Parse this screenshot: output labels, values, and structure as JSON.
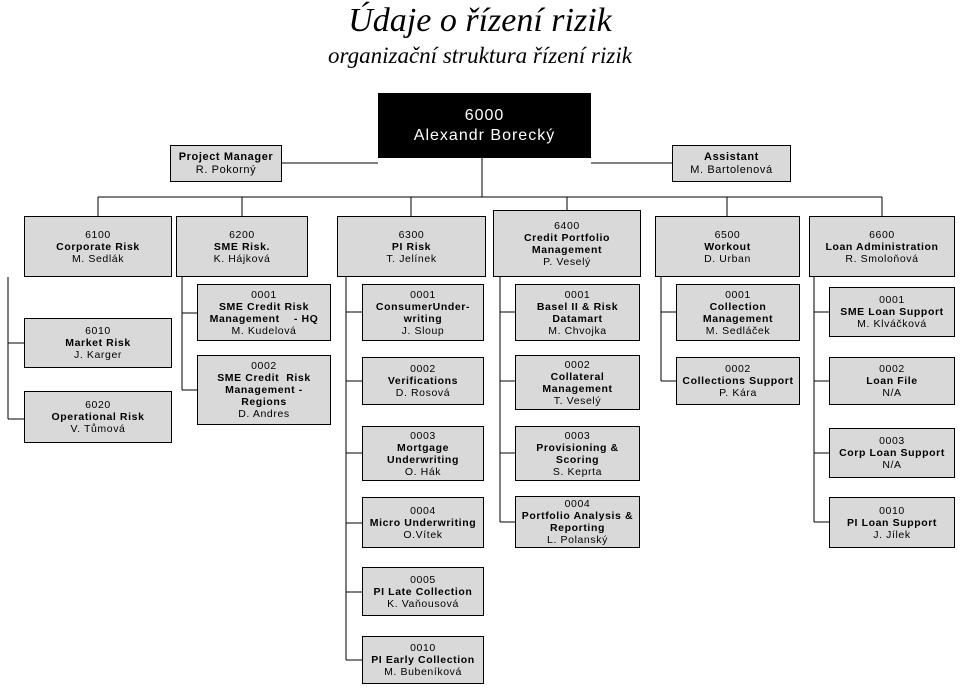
{
  "title": "Údaje o řízení rizik",
  "subtitle": "organizační struktura řízení rizik",
  "head": {
    "code": "6000",
    "name": "Alexandr Borecký"
  },
  "project_manager": {
    "role": "Project Manager",
    "person": "R. Pokorný"
  },
  "assistant": {
    "role": "Assistant",
    "person": "M. Bartolenová"
  },
  "departments": [
    {
      "code": "6100",
      "name": "Corporate Risk",
      "person": "M. Sedlák"
    },
    {
      "code": "6200",
      "name": "SME Risk.",
      "person": "K. Hájková"
    },
    {
      "code": "6300",
      "name": "PI Risk",
      "person": "T. Jelínek"
    },
    {
      "code": "6400",
      "name": "Credit Portfolio Management",
      "person": "P. Veselý"
    },
    {
      "code": "6500",
      "name": "Workout",
      "person": "D. Urban"
    },
    {
      "code": "6600",
      "name": "Loan Administration",
      "person": "R. Smoloňová"
    }
  ],
  "corporate_units": [
    {
      "code": "6010",
      "name": "Market Risk",
      "person": "J. Karger"
    },
    {
      "code": "6020",
      "name": "Operational Risk",
      "person": "V. Tůmová"
    }
  ],
  "sme_units": [
    {
      "code": "0001",
      "name1": "SME Credit Risk",
      "name2": "Management    - HQ",
      "person": "M. Kudelová"
    },
    {
      "code": "0002",
      "name1": "SME Credit  Risk",
      "name2": "Management -",
      "name3": "Regions",
      "person": "D. Andres"
    }
  ],
  "pi_units": [
    {
      "code": "0001",
      "name1": "ConsumerUnder-",
      "name2": "writing",
      "person": "J. Sloup"
    },
    {
      "code": "0002",
      "name1": "Verifications",
      "person": "D. Rosová"
    },
    {
      "code": "0003",
      "name1": "Mortgage",
      "name2": "Underwriting",
      "person": "O. Hák"
    },
    {
      "code": "0004",
      "name1": "Micro Underwriting",
      "person": "O.Vítek"
    },
    {
      "code": "0005",
      "name1": "PI Late Collection",
      "person": "K. Vaňousová"
    },
    {
      "code": "0010",
      "name1": "PI Early Collection",
      "person": "M. Bubeníková"
    }
  ],
  "cpm_units": [
    {
      "code": "0001",
      "name1": "Basel II & Risk",
      "name2": "Datamart",
      "person": "M. Chvojka"
    },
    {
      "code": "0002",
      "name1": "Collateral",
      "name2": "Management",
      "person": "T. Veselý"
    },
    {
      "code": "0003",
      "name1": "Provisioning &",
      "name2": "Scoring",
      "person": "S. Keprta"
    },
    {
      "code": "0004",
      "name1": "Portfolio Analysis &",
      "name2": "Reporting",
      "person": "L. Polanský"
    }
  ],
  "workout_units": [
    {
      "code": "0001",
      "name1": "Collection",
      "name2": "Management",
      "person": "M. Sedláček"
    },
    {
      "code": "0002",
      "name1": "Collections Support",
      "person": "P. Kára"
    }
  ],
  "loan_units": [
    {
      "code": "0001",
      "name1": "SME Loan Support",
      "person": "M. Klváčková"
    },
    {
      "code": "0002",
      "name1": "Loan File",
      "person": "N/A"
    },
    {
      "code": "0003",
      "name1": "Corp Loan Support",
      "person": "N/A"
    },
    {
      "code": "0010",
      "name1": "PI Loan Support",
      "person": "J. Jílek"
    }
  ]
}
